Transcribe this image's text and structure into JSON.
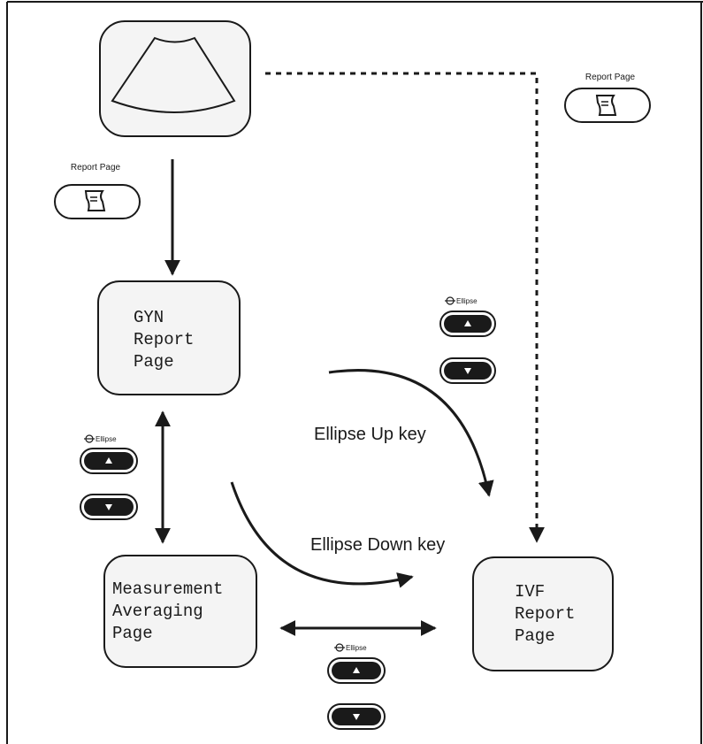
{
  "screens": {
    "gyn": [
      "GYN",
      "Report",
      "Page"
    ],
    "measurement": [
      "Measurement",
      "Averaging",
      "Page"
    ],
    "ivf": [
      "IVF",
      "Report",
      "Page"
    ]
  },
  "report_buttons": {
    "label": "Report Page",
    "icon": "report-page-icon"
  },
  "ellipse_keys": {
    "label": "Ellipse",
    "up_icon": "up-arrow-icon",
    "down_icon": "down-arrow-icon"
  },
  "arrows": {
    "up_label": "Ellipse Up key",
    "down_label": "Ellipse Down key"
  },
  "colors": {
    "ink": "#1a1a1a",
    "screen_fill": "#f4f4f4"
  }
}
